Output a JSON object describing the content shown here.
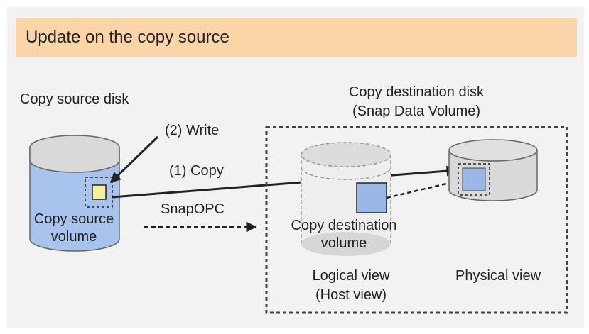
{
  "diagram": {
    "title": "Update on the copy source",
    "source_disk_label": "Copy source disk",
    "destination_disk_label_line1": "Copy destination disk",
    "destination_disk_label_line2": "(Snap Data Volume)",
    "write_label": "(2) Write",
    "copy_label": "(1) Copy",
    "snapopc_label": "SnapOPC",
    "source_volume_label_line1": "Copy source",
    "source_volume_label_line2": "volume",
    "destination_volume_label_line1": "Copy destination",
    "destination_volume_label_line2": "volume",
    "logical_view_label_line1": "Logical view",
    "logical_view_label_line2": "(Host view)",
    "physical_view_label": "Physical view"
  },
  "colors": {
    "banner": "#fbd4a8",
    "panel": "#f2f2f2",
    "volume_blue": "#a8c4ec",
    "block_blue": "#9ab7e8",
    "write_block_yellow": "#f5f0a0",
    "disk_gray": "#d9d9d9",
    "logical_gray": "#dcdcdc",
    "stroke": "#222222"
  }
}
